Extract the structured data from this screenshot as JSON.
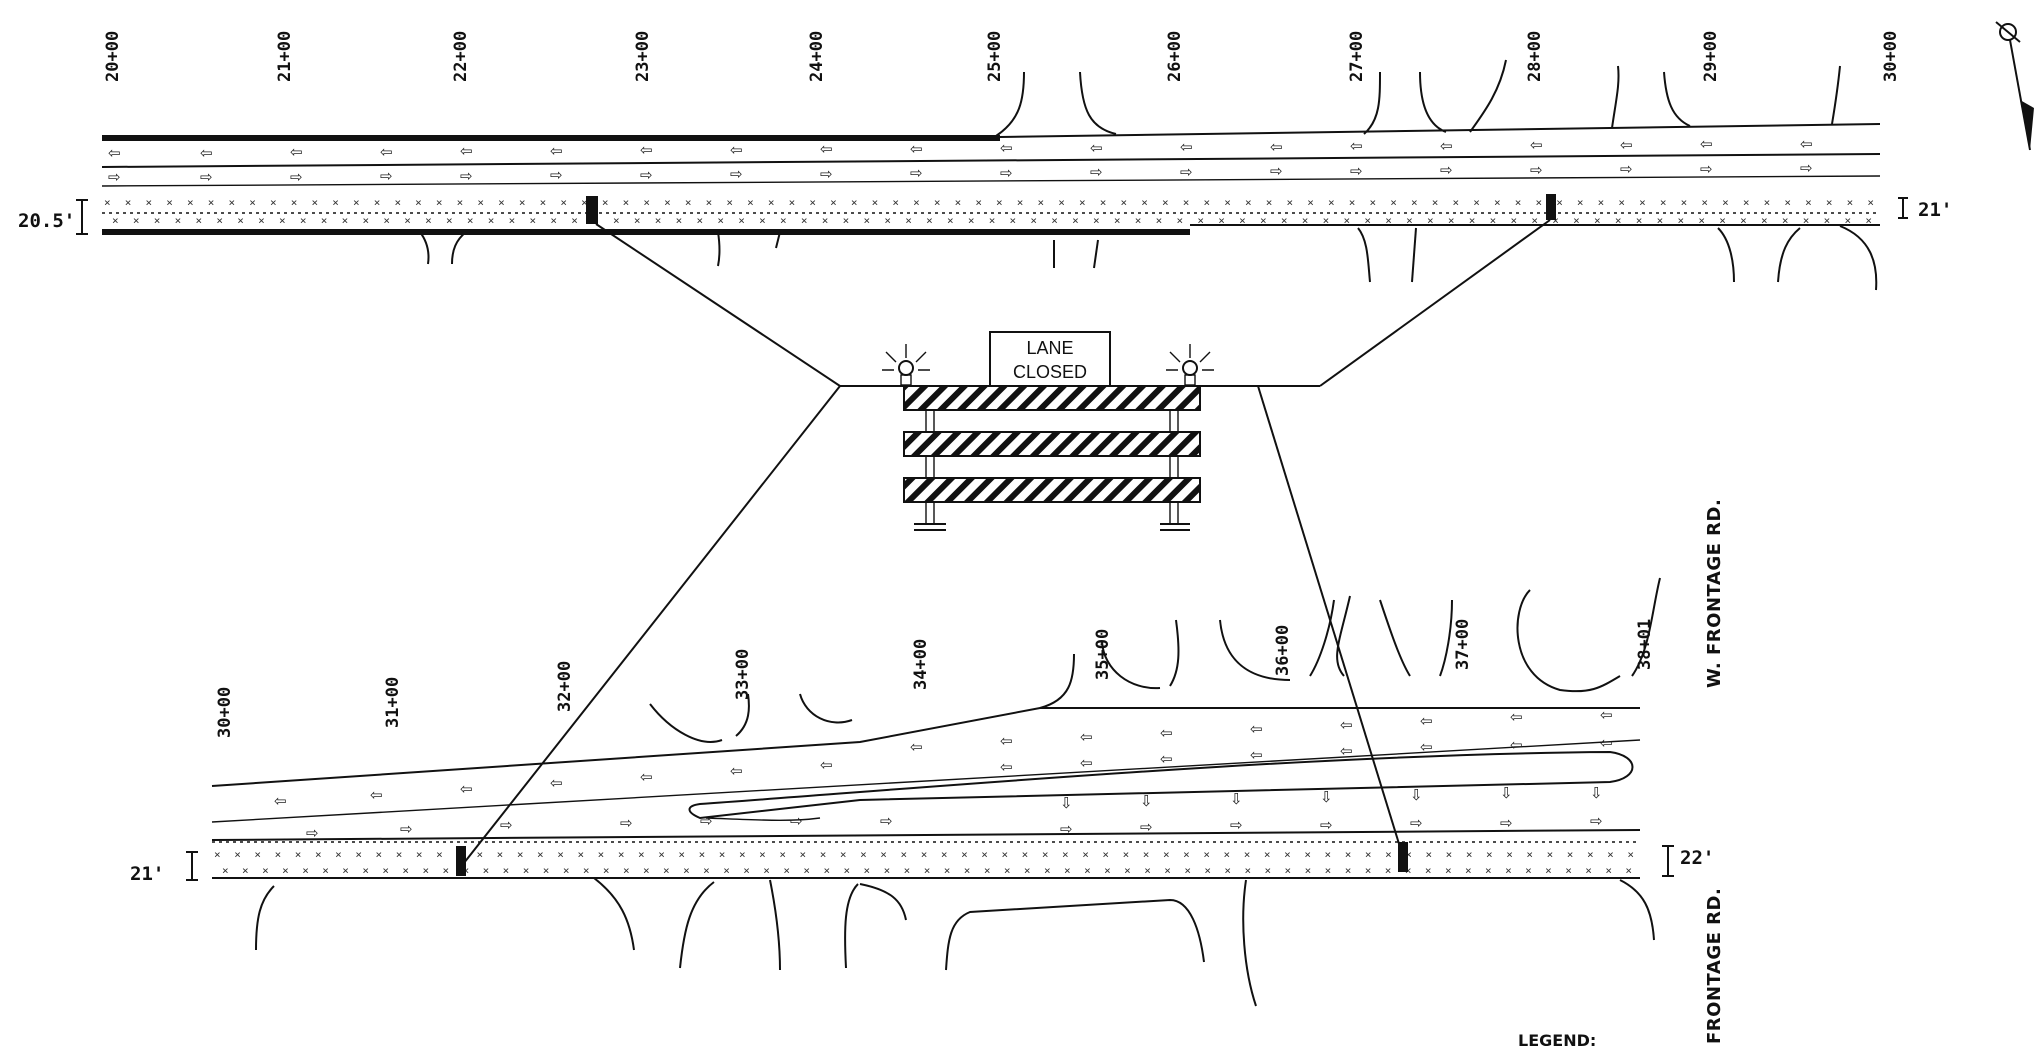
{
  "upper_plan": {
    "stations": [
      "20+00",
      "21+00",
      "22+00",
      "23+00",
      "24+00",
      "25+00",
      "26+00",
      "27+00",
      "28+00",
      "29+00",
      "30+00"
    ],
    "left_width": "20.5'",
    "right_width": "21'"
  },
  "lower_plan": {
    "stations": [
      "30+00",
      "31+00",
      "32+00",
      "33+00",
      "34+00",
      "35+00",
      "36+00",
      "37+00",
      "38+01"
    ],
    "left_width": "21'",
    "right_width": "22'",
    "road_label_west": "W. FRONTAGE RD.",
    "road_label_east": "FRONTAGE RD."
  },
  "barricade_detail": {
    "sign_line1": "LANE",
    "sign_line2": "CLOSED"
  },
  "legend": {
    "title": "LEGEND:"
  },
  "colors": {
    "ink": "#111111",
    "background": "#ffffff"
  }
}
